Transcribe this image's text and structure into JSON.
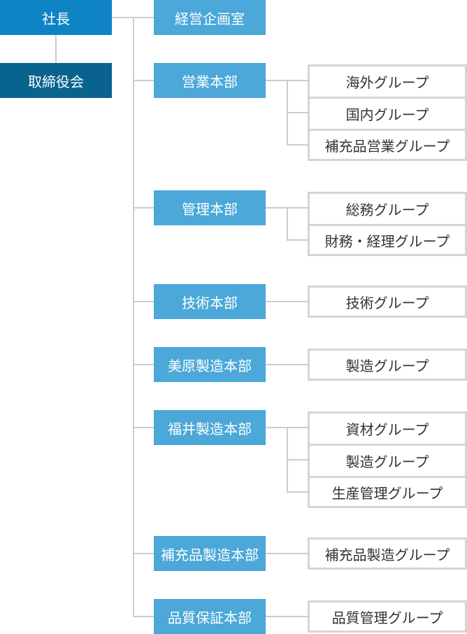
{
  "president": "社長",
  "board": "取締役会",
  "departments": [
    {
      "name": "経営企画室",
      "groups": []
    },
    {
      "name": "営業本部",
      "groups": [
        "海外グループ",
        "国内グループ",
        "補充品営業グループ"
      ]
    },
    {
      "name": "管理本部",
      "groups": [
        "総務グループ",
        "財務・経理グループ"
      ]
    },
    {
      "name": "技術本部",
      "groups": [
        "技術グループ"
      ]
    },
    {
      "name": "美原製造本部",
      "groups": [
        "製造グループ"
      ]
    },
    {
      "name": "福井製造本部",
      "groups": [
        "資材グループ",
        "製造グループ",
        "生産管理グループ"
      ]
    },
    {
      "name": "補充品製造本部",
      "groups": [
        "補充品製造グループ"
      ]
    },
    {
      "name": "品質保証本部",
      "groups": [
        "品質管理グループ"
      ]
    }
  ],
  "colors": {
    "president": "#0e84c4",
    "board": "#08638f",
    "department": "#4ba8d8",
    "group_border": "#d5d5d5",
    "connector": "#cccccc"
  }
}
